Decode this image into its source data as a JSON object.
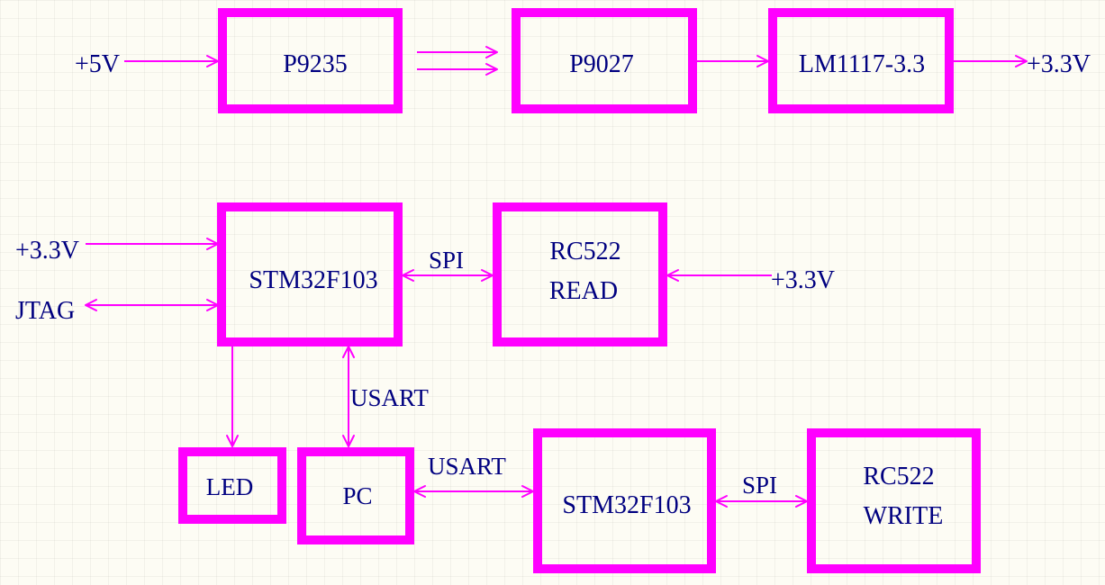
{
  "colors": {
    "wire": "#ff00ff",
    "text": "#000080",
    "background": "#fdfcf4"
  },
  "blocks": {
    "p9235": "P9235",
    "p9027": "P9027",
    "lm1117": "LM1117-3.3",
    "stm32_top": "STM32F103",
    "rc522_read_l1": "RC522",
    "rc522_read_l2": "READ",
    "led": "LED",
    "pc": "PC",
    "stm32_bottom": "STM32F103",
    "rc522_write_l1": "RC522",
    "rc522_write_l2": "WRITE"
  },
  "labels": {
    "in_5v": "+5V",
    "out_3v3_top": "+3.3V",
    "in_3v3_left": "+3.3V",
    "jtag": "JTAG",
    "spi_top": "SPI",
    "in_3v3_rc522": "+3.3V",
    "usart_vertical": "USART",
    "usart_horizontal": "USART",
    "spi_bottom": "SPI"
  }
}
